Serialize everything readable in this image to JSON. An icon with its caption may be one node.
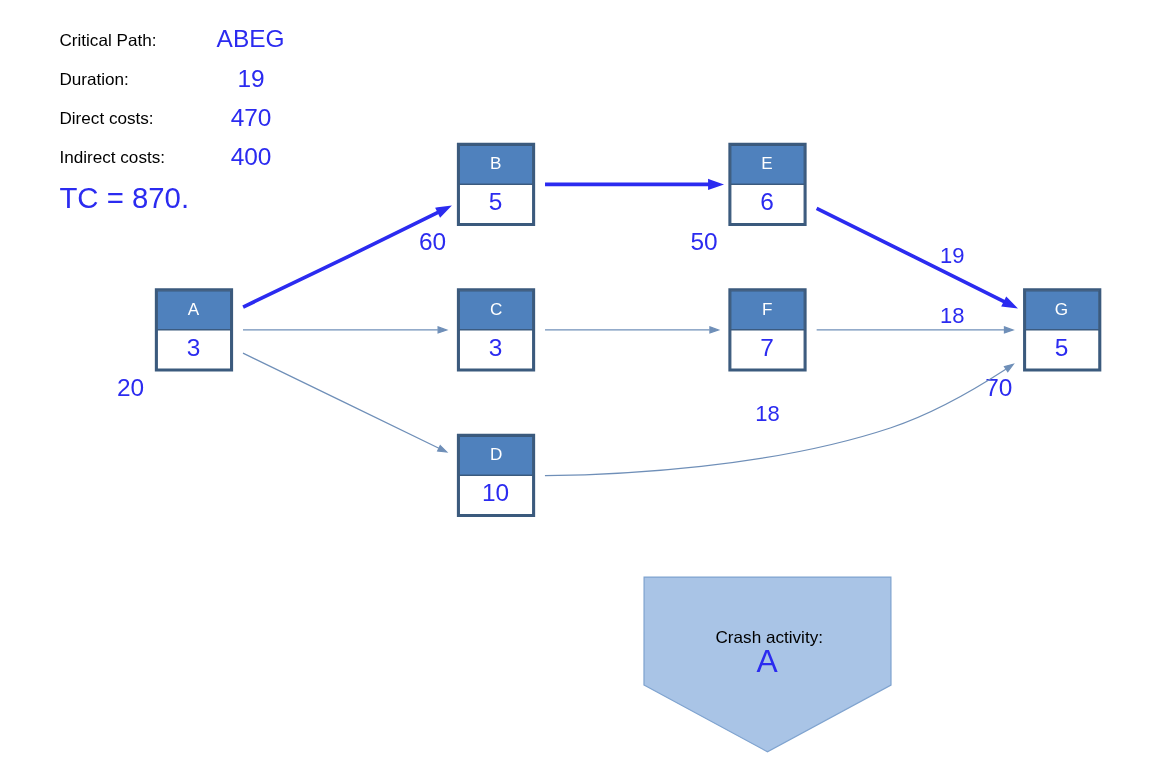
{
  "diagram": {
    "nodes": [
      {
        "text": [
          "A",
          "3"
        ],
        "beside": [
          "20"
        ]
      },
      {
        "text": [
          "B",
          "5"
        ],
        "beside": [
          "60"
        ]
      },
      {
        "text": [
          "C",
          "3"
        ]
      },
      {
        "text": [
          "D",
          "10"
        ]
      },
      {
        "text": [
          "E",
          "6"
        ],
        "beside": [
          "50"
        ]
      },
      {
        "text": [
          "F",
          "7"
        ]
      },
      {
        "text": [
          "G",
          "5"
        ],
        "beside": [
          "70"
        ]
      },
      {
        "text": [
          "Crash activity:",
          "A"
        ]
      }
    ],
    "edges": [
      {
        "from": 0,
        "to": 1,
        "arrow": "to",
        "style": "thick",
        "color": "#2b2bf0"
      },
      {
        "from": 0,
        "to": 2,
        "arrow": "to"
      },
      {
        "from": 0,
        "to": 3,
        "arrow": "to"
      },
      {
        "from": 1,
        "to": 4,
        "arrow": "to",
        "style": "thick",
        "color": "#2b2bf0"
      },
      {
        "from": 2,
        "to": 5,
        "arrow": "to"
      },
      {
        "from": 4,
        "to": 6,
        "arrow": "to",
        "label": "19",
        "style": "thick",
        "color": "#2b2bf0"
      },
      {
        "from": 5,
        "to": 6,
        "arrow": "to",
        "label": "18"
      },
      {
        "from": 3,
        "to": 6,
        "arrow": "to",
        "label": "18"
      }
    ],
    "labels": [
      "Critical Path:",
      "ABEG",
      "Duration:",
      "19",
      "Direct costs:",
      "470",
      "Indirect costs:",
      "400",
      "TC = 870."
    ]
  }
}
